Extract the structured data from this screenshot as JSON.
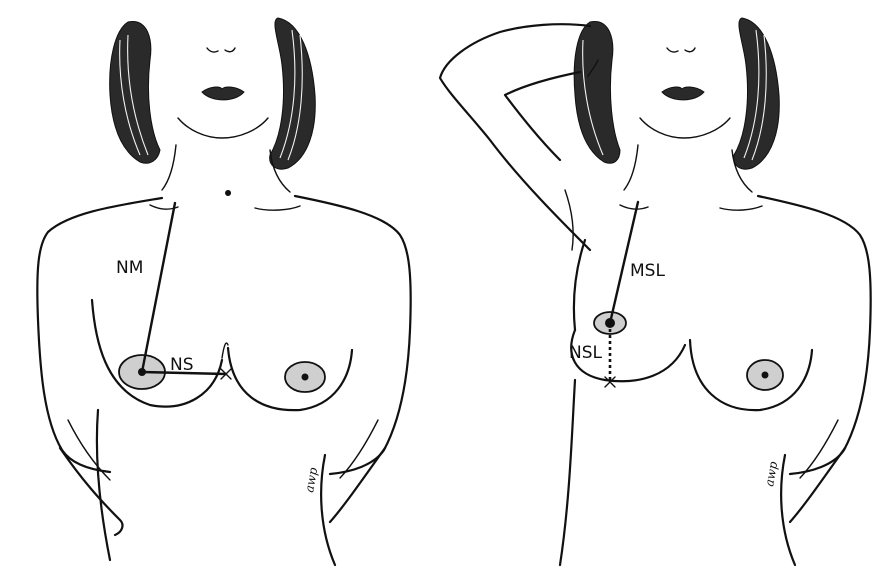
{
  "figures": [
    {
      "id": "left",
      "labels": {
        "nm": "NM",
        "ns": "NS"
      }
    },
    {
      "id": "right",
      "labels": {
        "msl": "MSL",
        "nsl": "NSL"
      }
    }
  ],
  "signature": "awp"
}
